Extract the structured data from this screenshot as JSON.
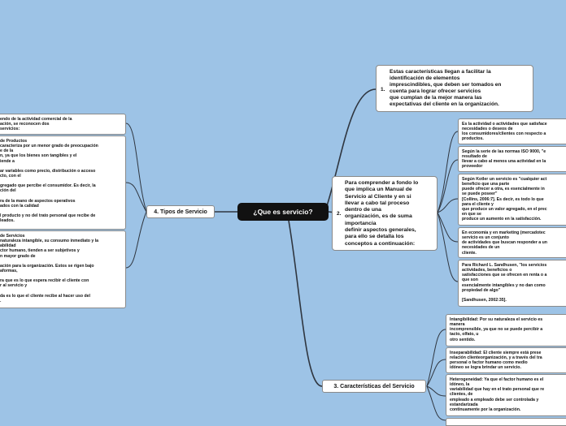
{
  "root": {
    "label": "¿Que es servicio?"
  },
  "n1": {
    "number": "1.",
    "text": "Estas características llegan a facilitar la\nidentificación de elementos\nimprescindibles, que deben ser tomados en\ncuenta para lograr ofrecer servicios\nque cumplan de la mejor manera las\nexpectativas del cliente en la organización."
  },
  "n2": {
    "number": "2.",
    "text": "Para comprender a fondo lo\nque implica un Manual de\nServicio al Cliente y en si\nllevar a cabo tal proceso\ndentro de una\norganización, es de suma\nimportancia\ndefinir aspectos generales,\npara ello se detalla los\nconceptos a continuación:",
    "children": [
      "Es la actividad o actividades que satisface\nnecesidades o deseos de\nlos consumidores/clientes con respecto a\nproductos.",
      "Según la serie de las normas ISO 9000, \"e\nresultado de\nllevar a cabo al menos una actividad en la\nproveedor",
      "Según Kotler un servicio es \"cualquier act\nbeneficio que una parte\npuede ofrecer a otra, es esencialmente in\nse puede poseer\"\n[Collins, 2006:7]. Es decir, es todo lo que\npara el cliente y\nque produce un valor agregado, en el prec\nen que se\nproduce un aumento en la satisfacción.",
      "En economía y en marketing (mercadotec\nservicio es un conjunto\nde actividades que buscan responder a un\nnecesidades de un\ncliente.",
      "Para Richard L. Sandhusen, \"los servicios\nactividades, beneficios o\nsatisfacciones que se ofrecen en renta o a\nque son\nesencialmente intangibles y no dan como\npropiedad de algo\"\n\n[Sandhusen, 2002:35]."
    ]
  },
  "n3": {
    "label": "3. Características del Servicio",
    "children": [
      "Intangibilidad: Por su naturaleza el servicio es\nmanera\nincomprensible, ya que no se puede percibir a\ntacto, olfato, u\notro sentido.",
      "Inseparabilidad: El cliente siempre está prese\nrelación clienteorganización, y a través del tra\npersonal o factor humano como medio\nidóneo se logra brindar un servicio.",
      "Heterogeneidad: Ya que el factor humano es el\nidóneo, la\nvariabilidad que hay en el trato personal que re\nclientes, de\nempleado a empleado debe ser controlada y\nestandarizada\ncontinuamente por la organización."
    ]
  },
  "n4": {
    "label": "4. Tipos de Servicio",
    "children": [
      "endo de la actividad comercial de la\nación, se reconocen dos\nservicios:",
      "de Productos\ncaracteriza por un menor grado de preocupación\ne de la\nn, ya que los bienes son tangibles y el\niende a\n\nar variables como precio, distribución o acceso\ncto, con el\n\ngregado que percibe el consumidor. Es decir, la\nción del\n\nra de la mano de aspectos operativos\nados con la calidad\n\nl producto y no del trato personal que recibe de\nleados.",
      "de Servicios\nnaturaleza intangible, su consumo inmediato y la\nabilidad\nctor humano, tienden a ser subjetivos y\nn mayor grado de\n\nación para la organización. Estos se rigen bajo\naformas,\n\nra que es lo que espera recibir el cliente con\nr al servicio y\n\nda es lo que el cliente recibe al hacer uso del\n."
    ]
  }
}
